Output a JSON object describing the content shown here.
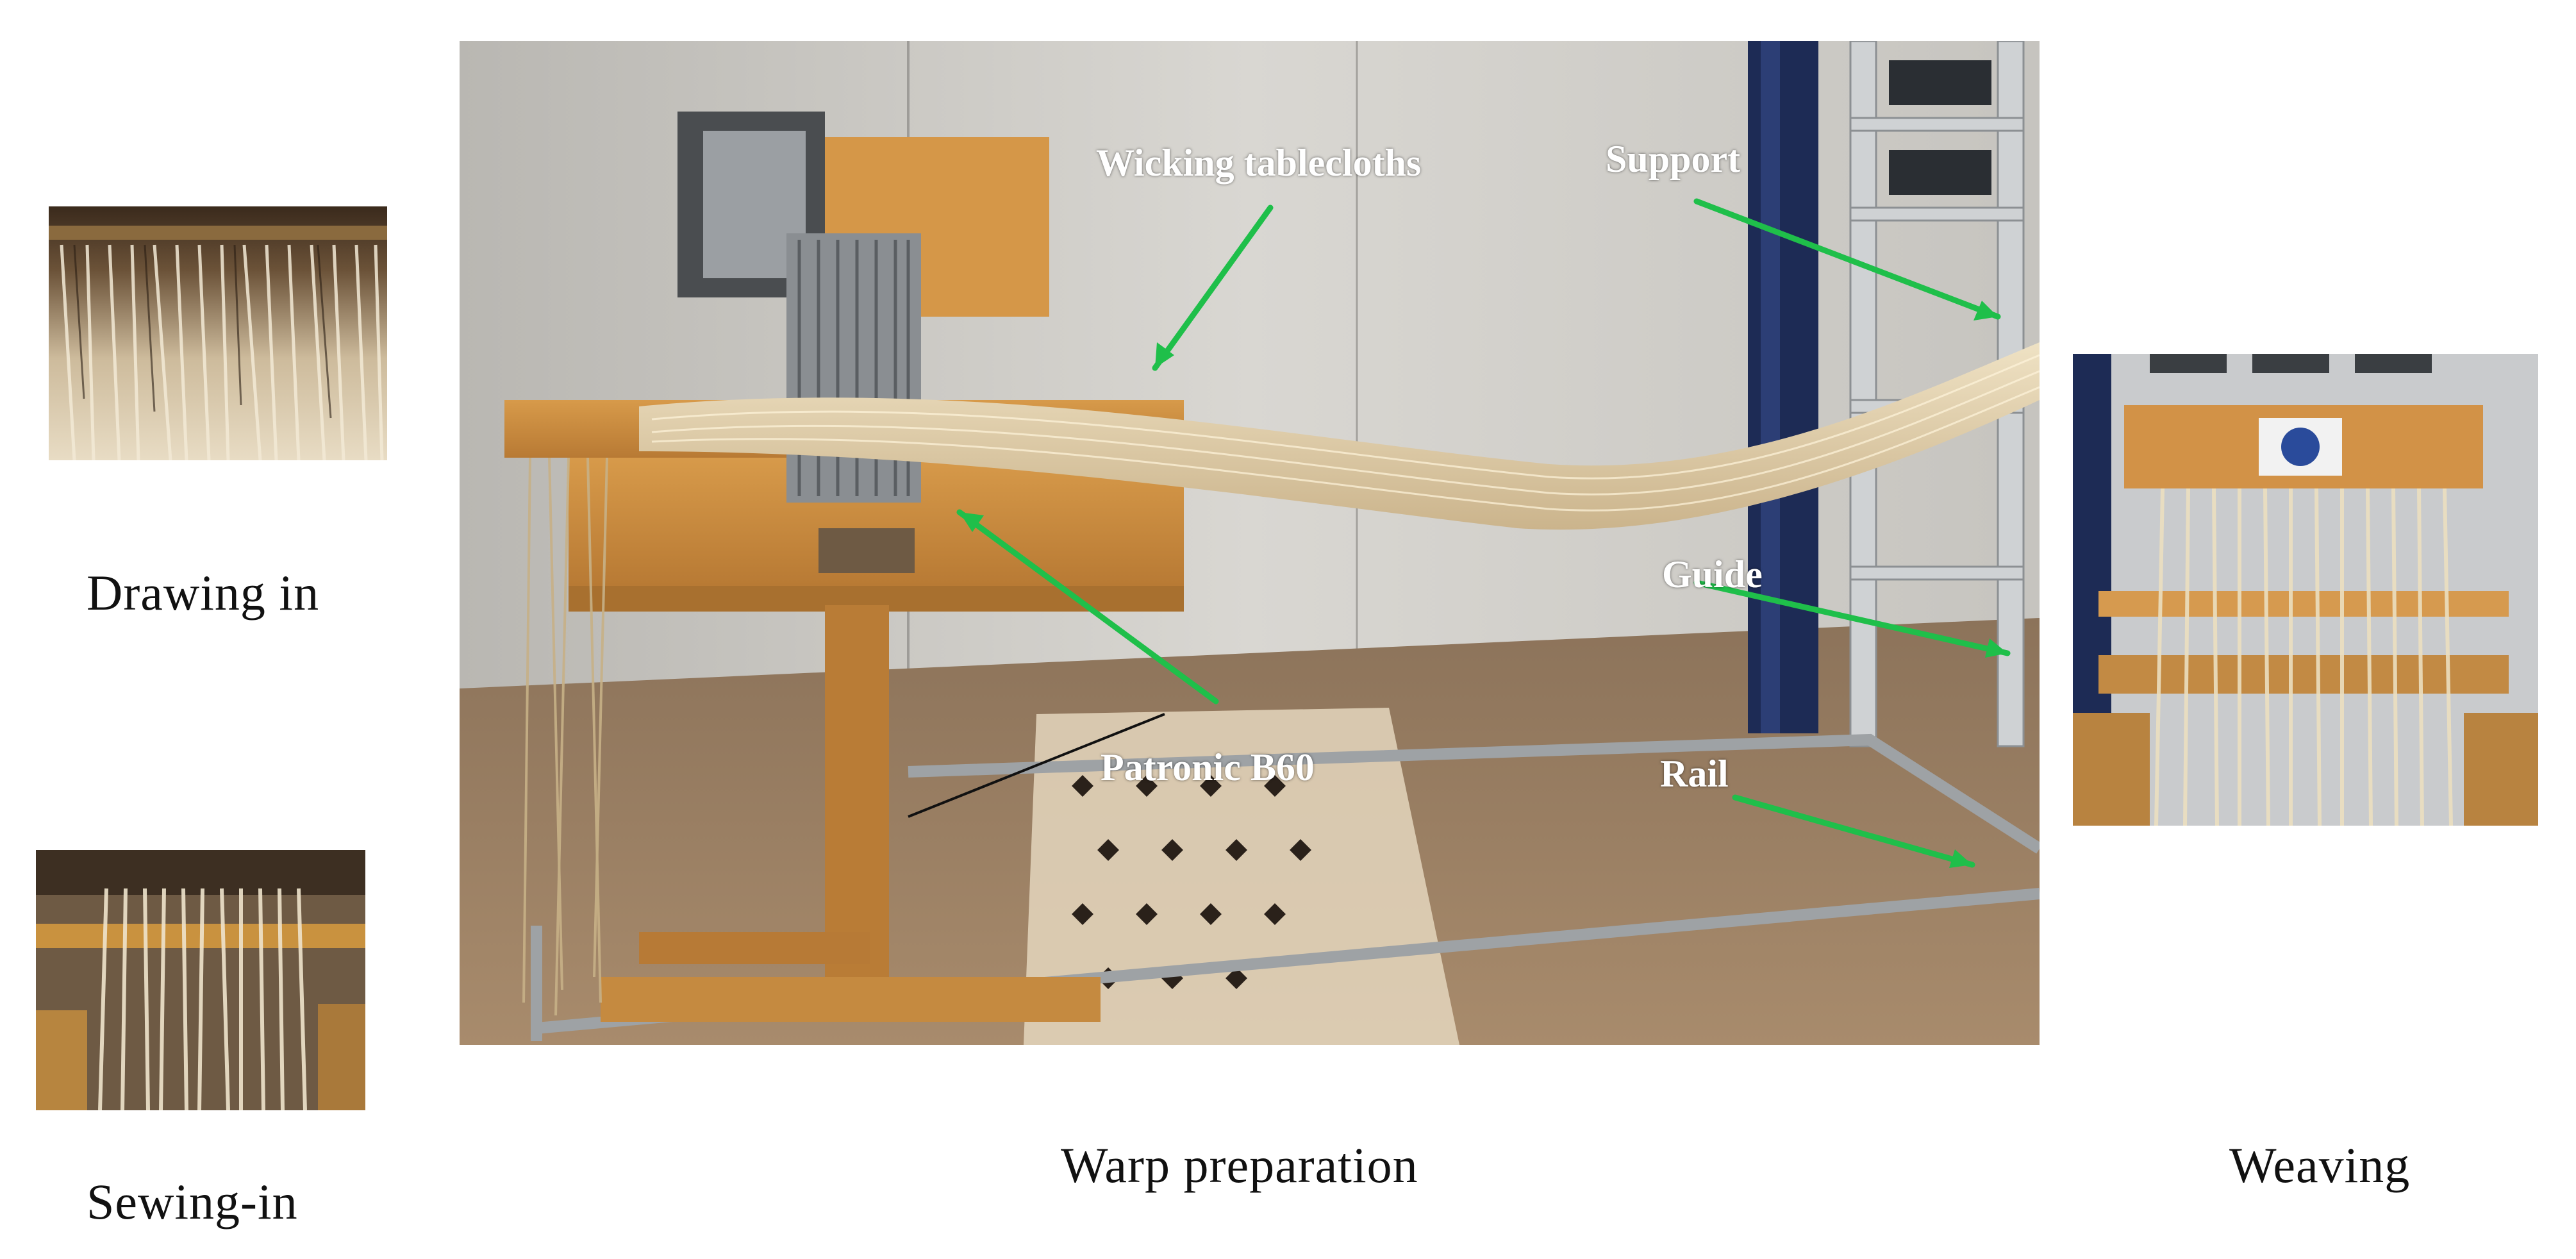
{
  "panels": {
    "drawing_in": {
      "caption": "Drawing in"
    },
    "sewing_in": {
      "caption": "Sewing-in"
    },
    "warp_preparation": {
      "caption": "Warp preparation",
      "labels": {
        "wicking": "Wicking tablecloths",
        "support": "Support",
        "guide": "Guide",
        "rail": "Rail",
        "machine": "Patronic B60"
      }
    },
    "weaving": {
      "caption": "Weaving"
    }
  },
  "colors": {
    "arrow": "#1fbf4a",
    "label_text": "#ffffff",
    "caption_text": "#111111"
  }
}
